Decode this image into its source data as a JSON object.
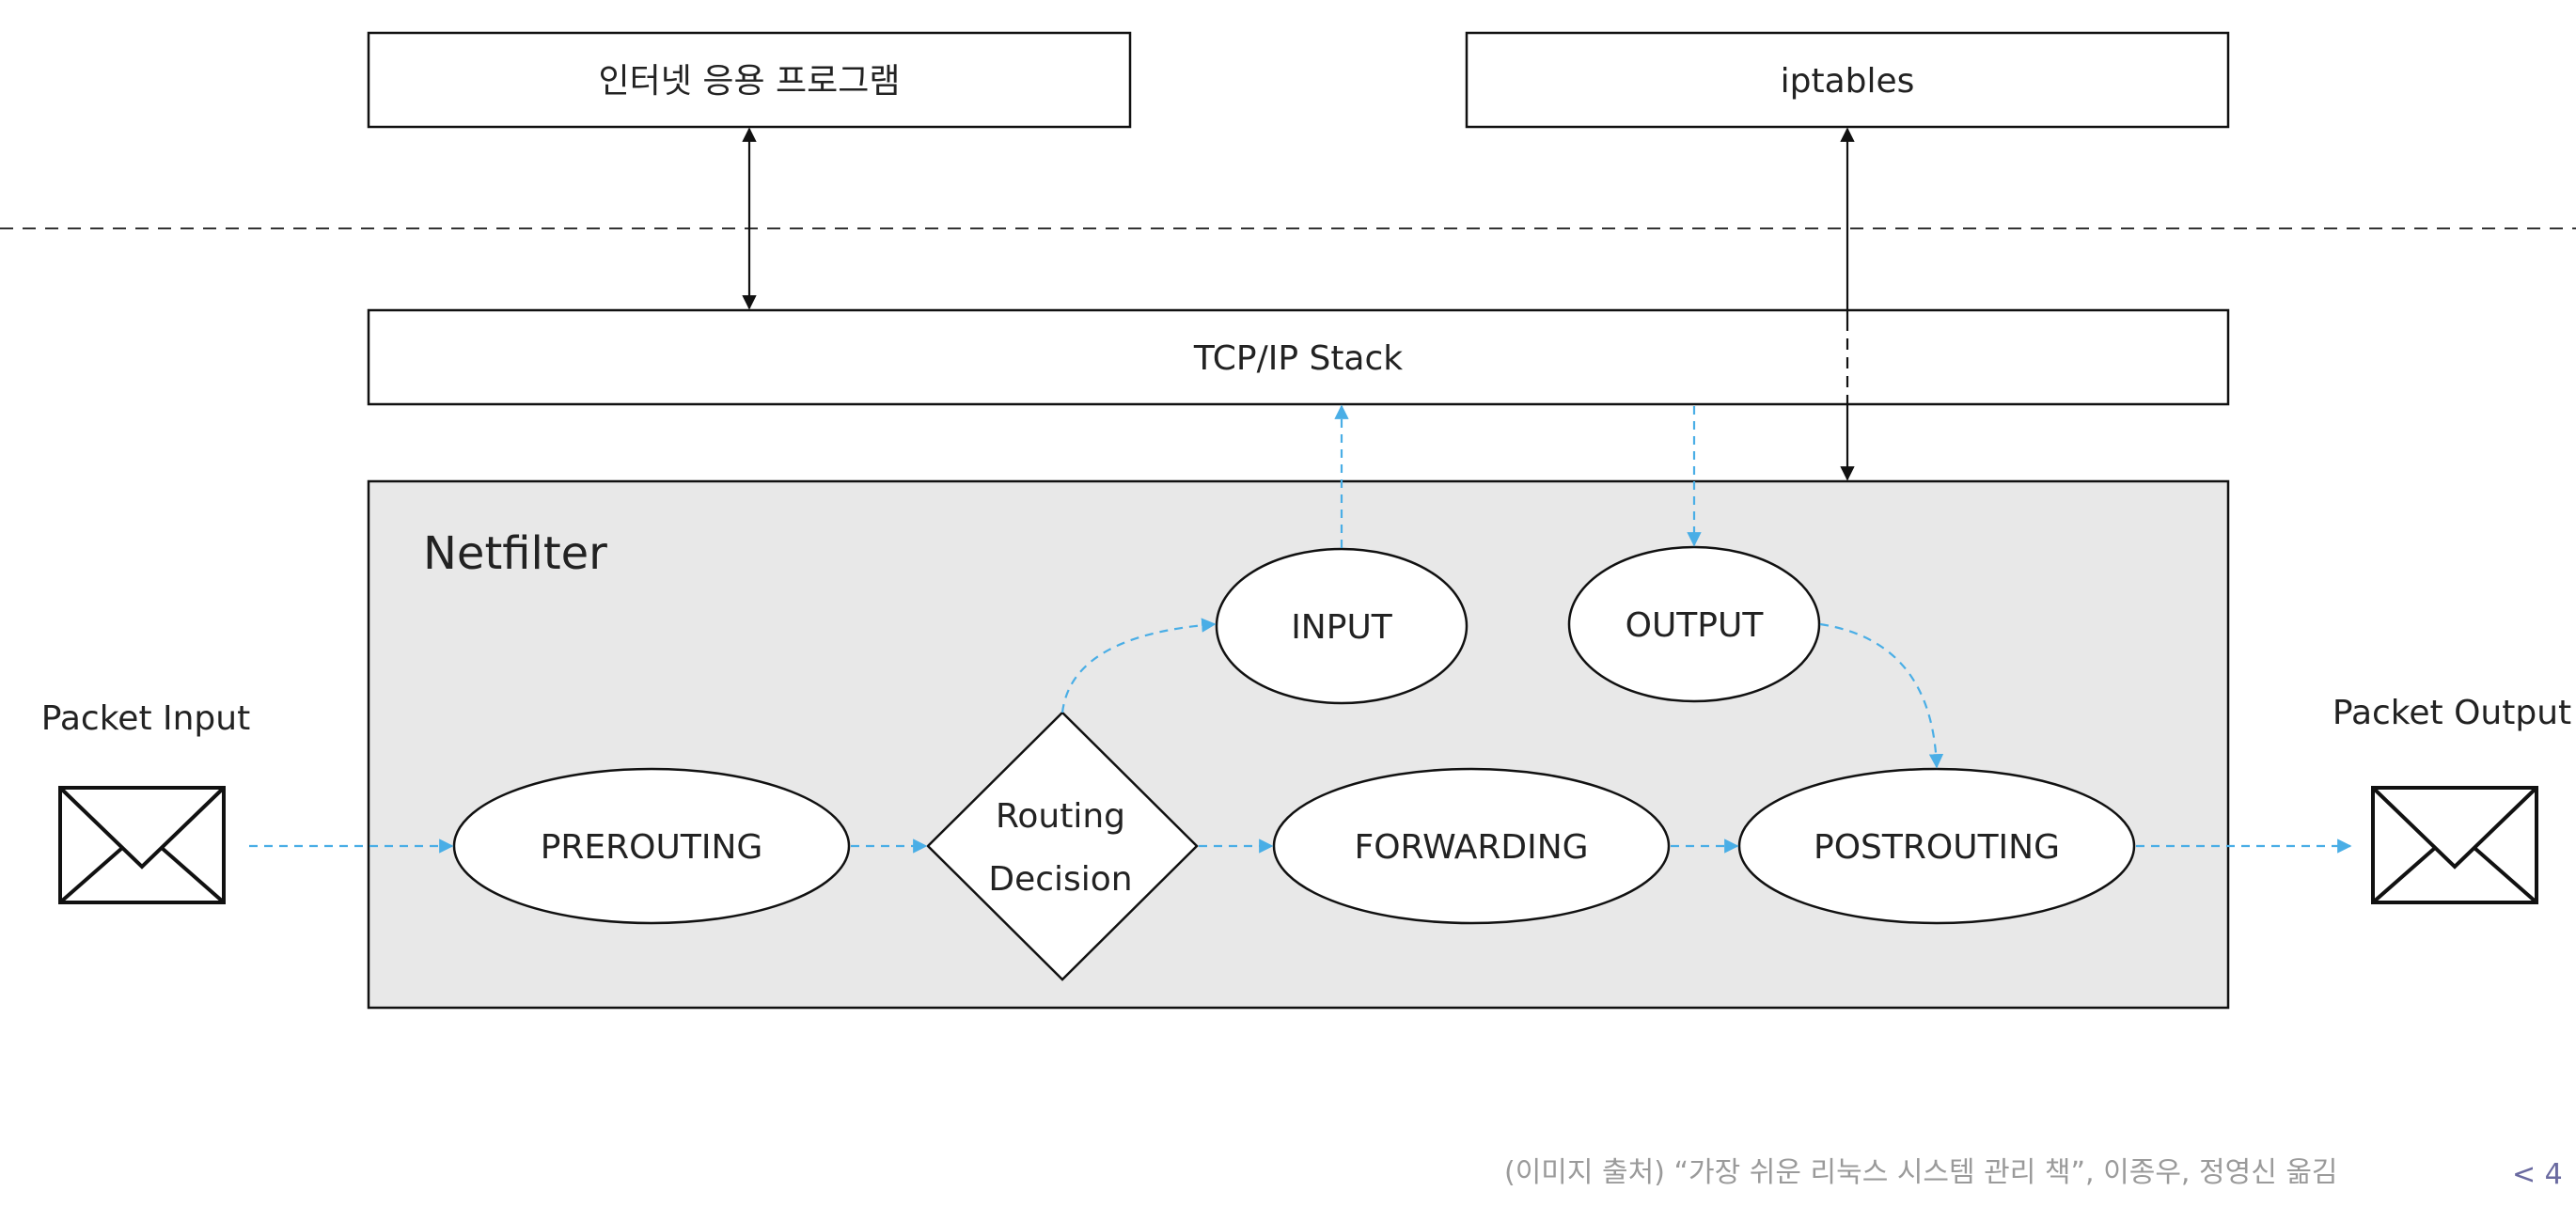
{
  "colors": {
    "flow_arrow": "#4aaee6",
    "netfilter_background": "#e8e8e8",
    "caption_text": "#9a9a9a",
    "outline": "#111111"
  },
  "user_space": {
    "app_box": "인터넷 응용 프로그램",
    "iptables_box": "iptables"
  },
  "kernel": {
    "tcpip_stack": "TCP/IP Stack",
    "netfilter": {
      "title": "Netfilter",
      "chains": {
        "prerouting": "PREROUTING",
        "input": "INPUT",
        "output": "OUTPUT",
        "forwarding": "FORWARDING",
        "postrouting": "POSTROUTING"
      },
      "routing_decision": [
        "Routing",
        "Decision"
      ]
    }
  },
  "packet_input": {
    "label": "Packet Input",
    "icon": "envelope-icon"
  },
  "packet_output": {
    "label": "Packet Output",
    "icon": "envelope-icon"
  },
  "caption": "(이미지 출처)  “가장 쉬운 리눅스 시스템 관리 책”, 이종우, 정영신 옮김",
  "page_indicator": "< 4"
}
